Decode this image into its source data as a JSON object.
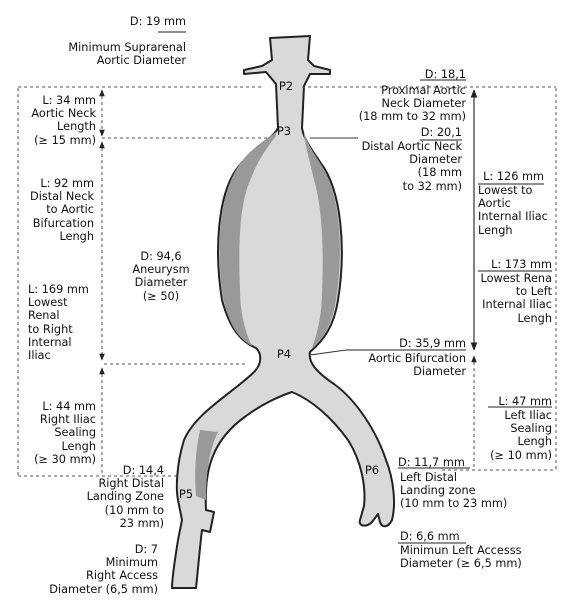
{
  "points": {
    "p2": "P2",
    "p3": "P3",
    "p4": "P4",
    "p5": "P5",
    "p6": "P6"
  },
  "suprarenal": {
    "value": "D: 19 mm",
    "text": "Minimum Suprarenal\nAortic Diameter"
  },
  "proximal_neck": {
    "value": "D: 18,1",
    "text": "Proximal Aortic\nNeck Diameter\n(18 mm to 32 mm)"
  },
  "distal_neck": {
    "value": "D: 20,1",
    "text": "Distal Aortic Neck\nDiameter\n(18 mm\nto 32 mm)"
  },
  "neck_length": {
    "text": "L: 34 mm\nAortic Neck\nLength\n(≥ 15 mm)"
  },
  "distal_neck_bifurcation": {
    "text": "L: 92 mm\nDistal Neck\nto Aortic\nBifurcation\nLengh"
  },
  "lowest_renal_right": {
    "text": "L: 169 mm\nLowest\nRenal\nto Right\nInternal\nIliac"
  },
  "aneurysm": {
    "text": "D: 94,6\nAneurysm\nDiameter\n(≥ 50)"
  },
  "lowest_aortic_internal": {
    "value": "L: 126 mm",
    "text": "Lowest to\nAortic\nInternal Iliac\nLengh"
  },
  "lowest_rena_left": {
    "value": "L: 173 mm",
    "text": "Lowest Rena\nto Left\nInternal Iliac\nLengh"
  },
  "aortic_bifurcation": {
    "value": "D: 35,9 mm",
    "text": "Aortic Bifurcation\nDiameter"
  },
  "right_iliac_sealing": {
    "text": "L: 44 mm\nRight Iliac\nSealing\nLengh\n(≥ 30 mm)"
  },
  "left_iliac_sealing": {
    "value": "L: 47 mm",
    "text": "Left Iliac\nSealing\nLengh\n(≥ 10 mm)"
  },
  "right_distal_landing": {
    "text": "D: 14,4\nRight Distal\nLanding Zone\n(10 mm to\n23 mm)"
  },
  "left_distal_landing": {
    "value": "D: 11,7 mm",
    "text": "Left Distal\nLanding zone\n(10 mm to 23 mm)"
  },
  "right_access": {
    "text": "D: 7\nMinimum\nRight Access\nDiameter (6,5 mm)"
  },
  "left_access": {
    "value": "D: 6,6 mm",
    "text": "Minimun Left Accesss\nDiameter (≥ 6,5 mm)"
  },
  "colors": {
    "lumen": "#d9d9d9",
    "thrombus": "#999999",
    "outline": "#222222",
    "line": "#333333"
  }
}
